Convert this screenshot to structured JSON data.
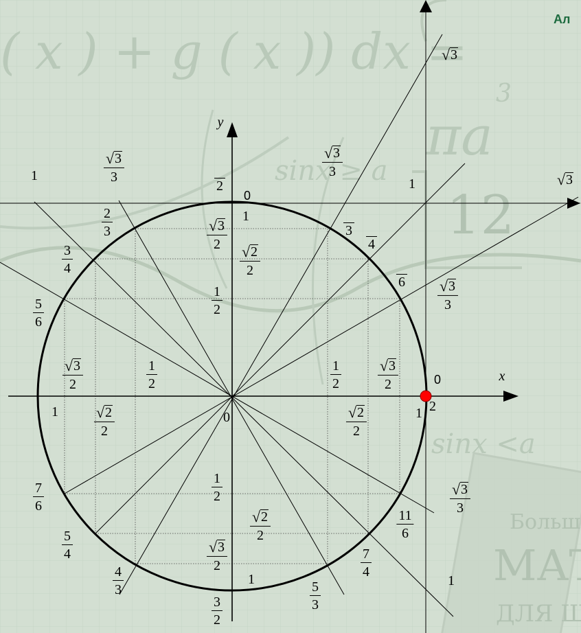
{
  "corner_label": "Ал",
  "axes": {
    "x_name": "x",
    "y_name": "y"
  },
  "background": {
    "formula_top": "( x ) + g ( x )) dx =",
    "pi_a": "πa",
    "exp3": "3",
    "twelve": "12",
    "sinx_a": "sinx ≥ a",
    "sinx_a2": "sinx <a",
    "book1": "Больш",
    "book2": "МАТ",
    "book3": "ДЛЯ Ш"
  },
  "labels": {
    "sqrt3_top": "3",
    "tan_one_left": "1",
    "tan_sqrt3_3_left_num": "3",
    "tan_sqrt3_3_left_den": "3",
    "top_pi_over_2_den": "2",
    "top_zero": "0",
    "tan_sqrt3_3_right_num": "3",
    "tan_sqrt3_3_right_den": "3",
    "tan_one_right": "1",
    "sqrt3_right": "3",
    "two_thirds_num": "2",
    "two_thirds_den": "3",
    "sin_one": "1",
    "sin_sqrt3_2_num": "3",
    "sin_sqrt3_2_den": "2",
    "pi3_den": "3",
    "pi4_den": "4",
    "three_quarters_num": "3",
    "three_quarters_den": "4",
    "sin_sqrt2_2_num": "2",
    "sin_sqrt2_2_den": "2",
    "pi6_den": "6",
    "cot_sqrt3_3_num": "3",
    "cot_sqrt3_3_den": "3",
    "five_sixths_num": "5",
    "five_sixths_den": "6",
    "sin_half_num": "1",
    "sin_half_den": "2",
    "cos_neg_sqrt3_2_num": "3",
    "cos_neg_sqrt3_2_den": "2",
    "cos_neg_half_num": "1",
    "cos_neg_half_den": "2",
    "cos_half_num": "1",
    "cos_half_den": "2",
    "cos_sqrt3_2_num": "3",
    "cos_sqrt3_2_den": "2",
    "x_zero": "0",
    "left_one": "1",
    "cos_neg_sqrt2_2_num": "2",
    "cos_neg_sqrt2_2_den": "2",
    "origin_zero": "0",
    "cos_sqrt2_2_num": "2",
    "cos_sqrt2_2_den": "2",
    "right_one": "1",
    "right_two": "2",
    "seven_sixths_num": "7",
    "seven_sixths_den": "6",
    "neg_half_num": "1",
    "neg_half_den": "2",
    "cot_neg_sqrt3_3_num": "3",
    "cot_neg_sqrt3_3_den": "3",
    "neg_sqrt2_2_num": "2",
    "neg_sqrt2_2_den": "2",
    "five_quarters_num": "5",
    "five_quarters_den": "4",
    "eleven_sixths_num": "11",
    "eleven_sixths_den": "6",
    "neg_sqrt3_2_num": "3",
    "neg_sqrt3_2_den": "2",
    "seven_quarters_num": "7",
    "seven_quarters_den": "4",
    "four_thirds_num": "4",
    "four_thirds_den": "3",
    "bottom_one": "1",
    "five_thirds_num": "5",
    "five_thirds_den": "3",
    "cot_neg_one": "1",
    "three_halves_num": "3",
    "three_halves_den": "2"
  },
  "colors": {
    "background": "#d3dfd2",
    "ink": "#000000",
    "marker": "#ff0000",
    "grid": "#c6d4c5"
  }
}
